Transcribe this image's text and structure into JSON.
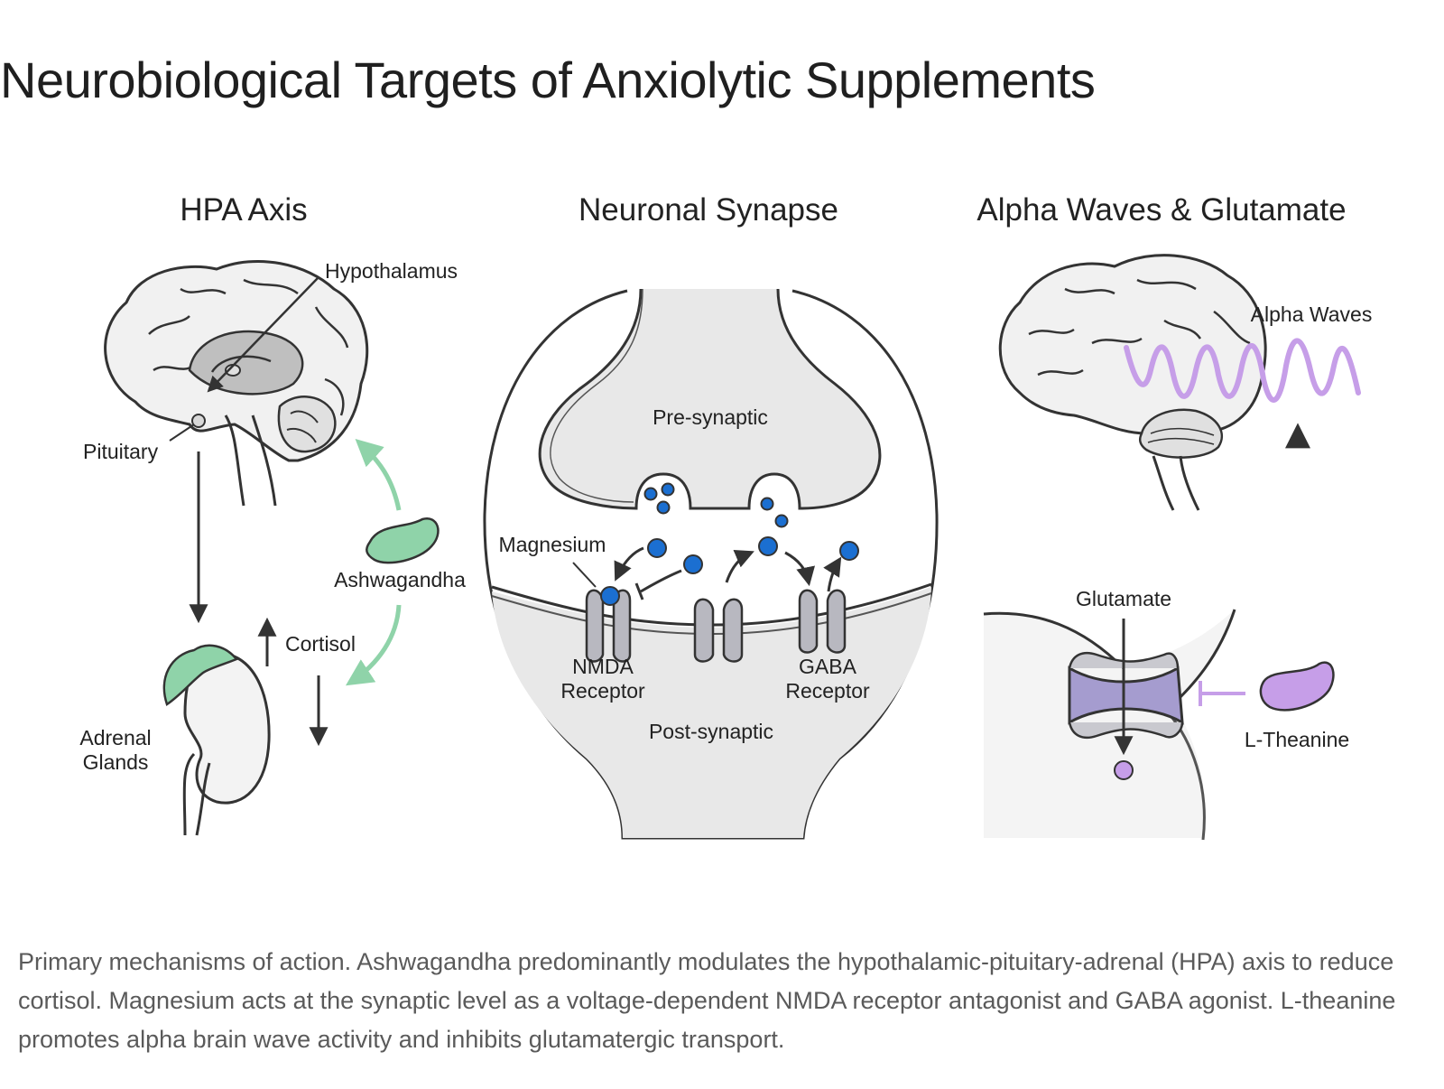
{
  "title": "Neurobiological Targets of Anxiolytic Supplements",
  "panels": {
    "hpa": {
      "title": "HPA Axis",
      "hypothalamus": "Hypothalamus",
      "pituitary": "Pituitary",
      "ashwagandha": "Ashwagandha",
      "cortisol": "Cortisol",
      "adrenal_line1": "Adrenal",
      "adrenal_line2": "Glands"
    },
    "synapse": {
      "title": "Neuronal Synapse",
      "pre": "Pre-synaptic",
      "magnesium": "Magnesium",
      "nmda_line1": "NMDA",
      "nmda_line2": "Receptor",
      "gaba_line1": "GABA",
      "gaba_line2": "Receptor",
      "post": "Post-synaptic"
    },
    "alpha": {
      "title": "Alpha Waves & Glutamate",
      "alpha_waves": "Alpha Waves",
      "glutamate": "Glutamate",
      "theanine": "L-Theanine"
    }
  },
  "caption": "Primary mechanisms of action. Ashwagandha predominantly modulates the hypothalamic-pituitary-adrenal (HPA) axis to reduce cortisol. Magnesium acts at the synaptic level as a voltage-dependent NMDA receptor antagonist and GABA agonist. L-theanine promotes alpha brain wave activity and inhibits glutamatergic transport.",
  "colors": {
    "ashwagandha": "#8fd3a9",
    "theanine": "#c69ee8",
    "ion": "#1b6fd1",
    "channel": "#b8b8c0",
    "transporter": "#a59ccf",
    "ink": "#333333"
  }
}
